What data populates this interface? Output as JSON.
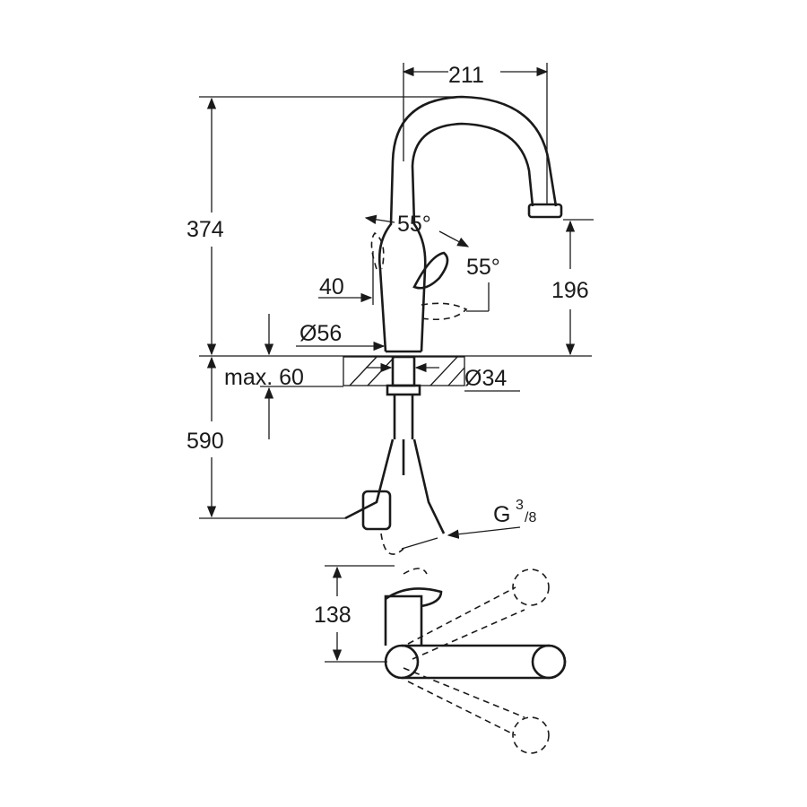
{
  "drawing": {
    "dimensions": {
      "spout_reach": "211",
      "total_height": "374",
      "lever_angle_back": "55°",
      "lever_angle_front": "55°",
      "lever_offset": "40",
      "spout_height": "196",
      "base_diameter": "Ø56",
      "max_deck_thickness": "max. 60",
      "hole_diameter": "Ø34",
      "hose_length": "590",
      "connection_thread_prefix": "G",
      "connection_thread_num": "3",
      "connection_thread_den": "/8",
      "top_view_offset": "138"
    }
  }
}
